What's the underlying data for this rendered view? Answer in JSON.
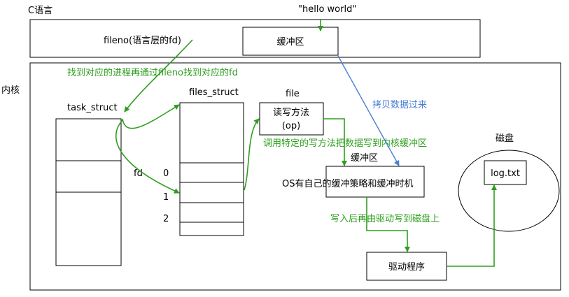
{
  "labels": {
    "c_language": "C语言",
    "hello_world": "\"hello world\"",
    "fileno_fd": "fileno(语言层的fd)",
    "user_buffer": "缓冲区",
    "kernel": "内核",
    "find_process": "找到对应的进程再通过fileno找到对应的fd",
    "task_struct": "task_struct",
    "files_struct": "files_struct",
    "file": "file",
    "read_write_line1": "读写方法",
    "read_write_line2": "(op)",
    "copy_data": "拷贝数据过来",
    "call_method": "调用特定的写方法把数据写到内核缓冲区",
    "kernel_buffer": "缓冲区",
    "os_policy": "OS有自己的缓冲策略和缓冲时机",
    "disk": "磁盘",
    "log_file": "log.txt",
    "fd": "fd",
    "idx0": "0",
    "idx1": "1",
    "idx2": "2",
    "write_disk": "写入后再由驱动写到磁盘上",
    "driver": "驱动程序"
  },
  "colors": {
    "green": "#2e9e1e",
    "blue": "#4a7fd4",
    "black": "#000000"
  }
}
